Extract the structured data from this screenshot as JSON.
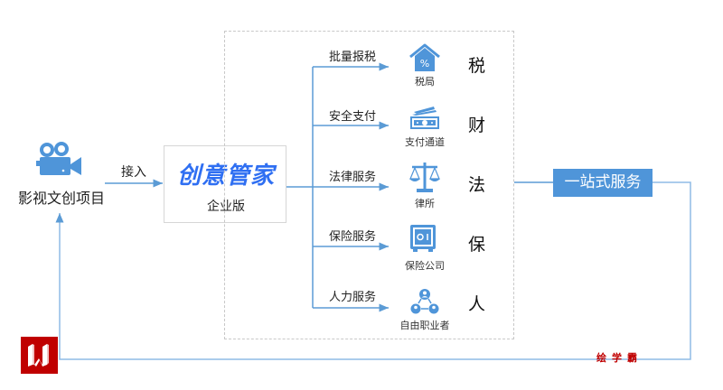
{
  "source": {
    "label": "影视文创项目",
    "icon": "movie-camera-icon"
  },
  "connector": {
    "label": "接入"
  },
  "brand": {
    "title": "创意管家",
    "subtitle": "企业版"
  },
  "services": [
    {
      "label": "批量报税",
      "icon": "tax-house-icon",
      "icon_label": "税局",
      "char": "税"
    },
    {
      "label": "安全支付",
      "icon": "money-bill-icon",
      "icon_label": "支付通道",
      "char": "财"
    },
    {
      "label": "法律服务",
      "icon": "scales-icon",
      "icon_label": "律所",
      "char": "法"
    },
    {
      "label": "保险服务",
      "icon": "safe-icon",
      "icon_label": "保险公司",
      "char": "保"
    },
    {
      "label": "人力服务",
      "icon": "people-network-icon",
      "icon_label": "自由职业者",
      "char": "人"
    }
  ],
  "onestop": {
    "label": "一站式服务"
  },
  "watermark": {
    "text": "绘学霸"
  },
  "colors": {
    "accent": "#4f95d9",
    "brand_blue": "#2f6ff2",
    "logo_red": "#c00000",
    "line": "#5b9bd5"
  }
}
